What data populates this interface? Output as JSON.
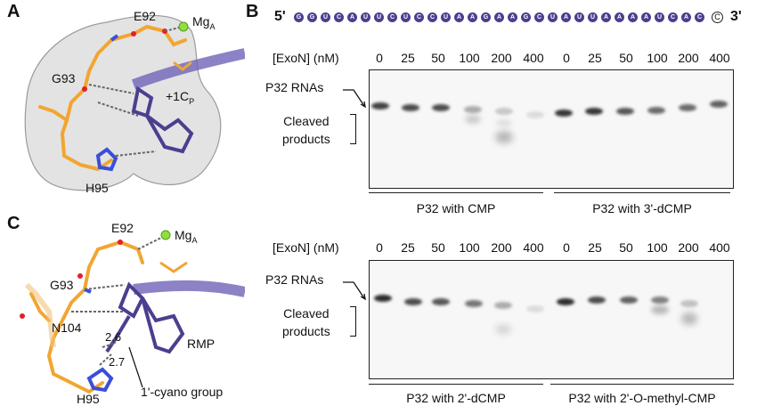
{
  "panels": {
    "A": {
      "letter": "A",
      "labels": {
        "e92": "E92",
        "mg": "Mg",
        "mg_sub": "A",
        "g93": "G93",
        "c1": "+1C",
        "c1_sub": "P",
        "h95": "H95"
      }
    },
    "B": {
      "letter": "B",
      "seq_prefix": "5'",
      "seq_suffix": "3'",
      "sequence": [
        "G",
        "G",
        "U",
        "C",
        "A",
        "U",
        "U",
        "C",
        "U",
        "C",
        "C",
        "U",
        "A",
        "A",
        "G",
        "A",
        "A",
        "G",
        "C",
        "U",
        "A",
        "U",
        "U",
        "A",
        "A",
        "A",
        "A",
        "U",
        "C",
        "A",
        "C"
      ],
      "top": {
        "conc_label": "[ExoN] (nM)",
        "concs_left": [
          "0",
          "25",
          "50",
          "100",
          "200",
          "400"
        ],
        "concs_right": [
          "0",
          "25",
          "50",
          "100",
          "200",
          "400"
        ],
        "rna_label": "P32 RNAs",
        "cleaved_label": [
          "Cleaved",
          "products"
        ],
        "group_left": "P32 with CMP",
        "group_right": "P32 with 3'-dCMP"
      },
      "bottom": {
        "conc_label": "[ExoN] (nM)",
        "concs_left": [
          "0",
          "25",
          "50",
          "100",
          "200",
          "400"
        ],
        "concs_right": [
          "0",
          "25",
          "50",
          "100",
          "200",
          "400"
        ],
        "rna_label": "P32 RNAs",
        "cleaved_label": [
          "Cleaved",
          "products"
        ],
        "group_left": "P32 with 2'-dCMP",
        "group_right": "P32 with 2'-O-methyl-CMP"
      }
    },
    "C": {
      "letter": "C",
      "labels": {
        "e92": "E92",
        "mg": "Mg",
        "mg_sub": "A",
        "g93": "G93",
        "n104": "N104",
        "d1": "2.6",
        "d2": "2.7",
        "rmp": "RMP",
        "h95": "H95",
        "cyano": "1'-cyano group"
      }
    }
  },
  "colors": {
    "carbon": "#f2a531",
    "nitrogen": "#3a4fd8",
    "oxygen": "#e0202a",
    "rna": "#4a3f8f",
    "mg": "#8fe03a",
    "density": "#9a9a9a"
  }
}
